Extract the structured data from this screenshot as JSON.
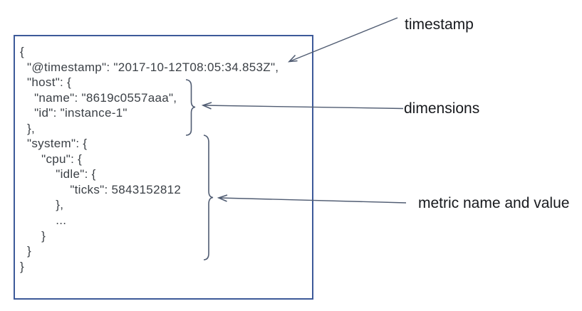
{
  "colors": {
    "background": "#ffffff",
    "box-border": "#3d5a99",
    "code-text": "#3b4046",
    "label-text": "#17191d",
    "connector": "#505c72"
  },
  "json_event": {
    "lines": [
      "{",
      "  \"@timestamp\": \"2017-10-12T08:05:34.853Z\",",
      "  \"host\": {",
      "    \"name\": \"8619c0557aaa\",",
      "    \"id\": \"instance-1\"",
      "  },",
      "  \"system\": {",
      "      \"cpu\": {",
      "          \"idle\": {",
      "              \"ticks\": 5843152812",
      "          },",
      "          ...",
      "      }",
      "  }",
      "}"
    ]
  },
  "annotations": {
    "timestamp_label": "timestamp",
    "dimensions_label": "dimensions",
    "metric_label": "metric name and value"
  }
}
